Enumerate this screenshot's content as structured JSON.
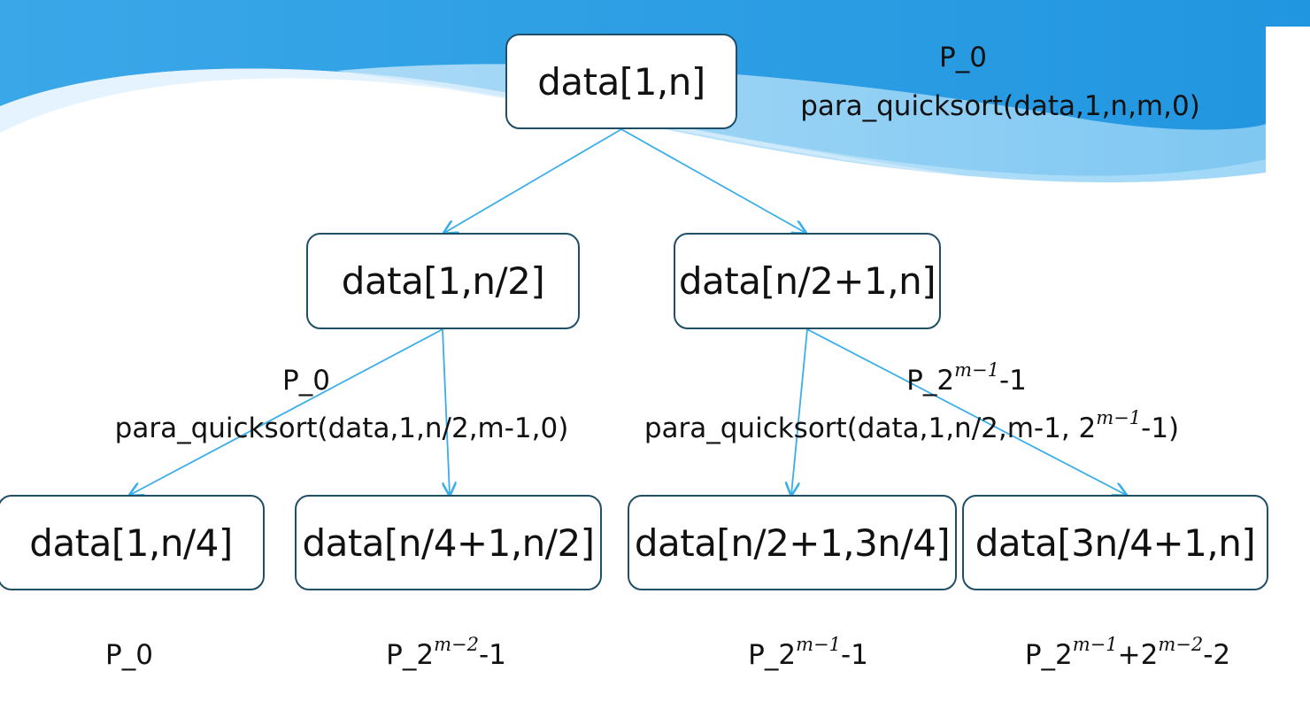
{
  "colors": {
    "edge": "#3aaeea",
    "node_border": "#1f4e67",
    "banner_dark": "#2f9fe1",
    "banner_light": "#9fd6f7"
  },
  "nodes": {
    "root": "data[1,n]",
    "left": "data[1,n/2]",
    "right": "data[n/2+1,n]",
    "ll": "data[1,n/4]",
    "lr": "data[n/4+1,n/2]",
    "rl": "data[n/2+1,3n/4]",
    "rr": "data[3n/4+1,n]"
  },
  "annotations": {
    "root_proc": "P_0",
    "root_call": "para_quicksort(data,1,n,m,0)",
    "left_proc": "P_0",
    "left_call": "para_quicksort(data,1,n/2,m-1,0)",
    "right_proc_prefix": "P_2",
    "right_proc_exp": "m−1",
    "right_proc_suffix": "-1",
    "right_call_prefix": "para_quicksort(data,1,n/2,m-1, 2",
    "right_call_exp": "m−1",
    "right_call_suffix": "-1)"
  },
  "leaf_procs": {
    "ll": "P_0",
    "lr_prefix": "P_2",
    "lr_exp": "m−2",
    "lr_suffix": "-1",
    "rl_prefix": "P_2",
    "rl_exp": "m−1",
    "rl_suffix": "-1",
    "rr_prefix": "P_2",
    "rr_exp1": "m−1",
    "rr_mid": "+2",
    "rr_exp2": "m−2",
    "rr_suffix": "-2"
  }
}
